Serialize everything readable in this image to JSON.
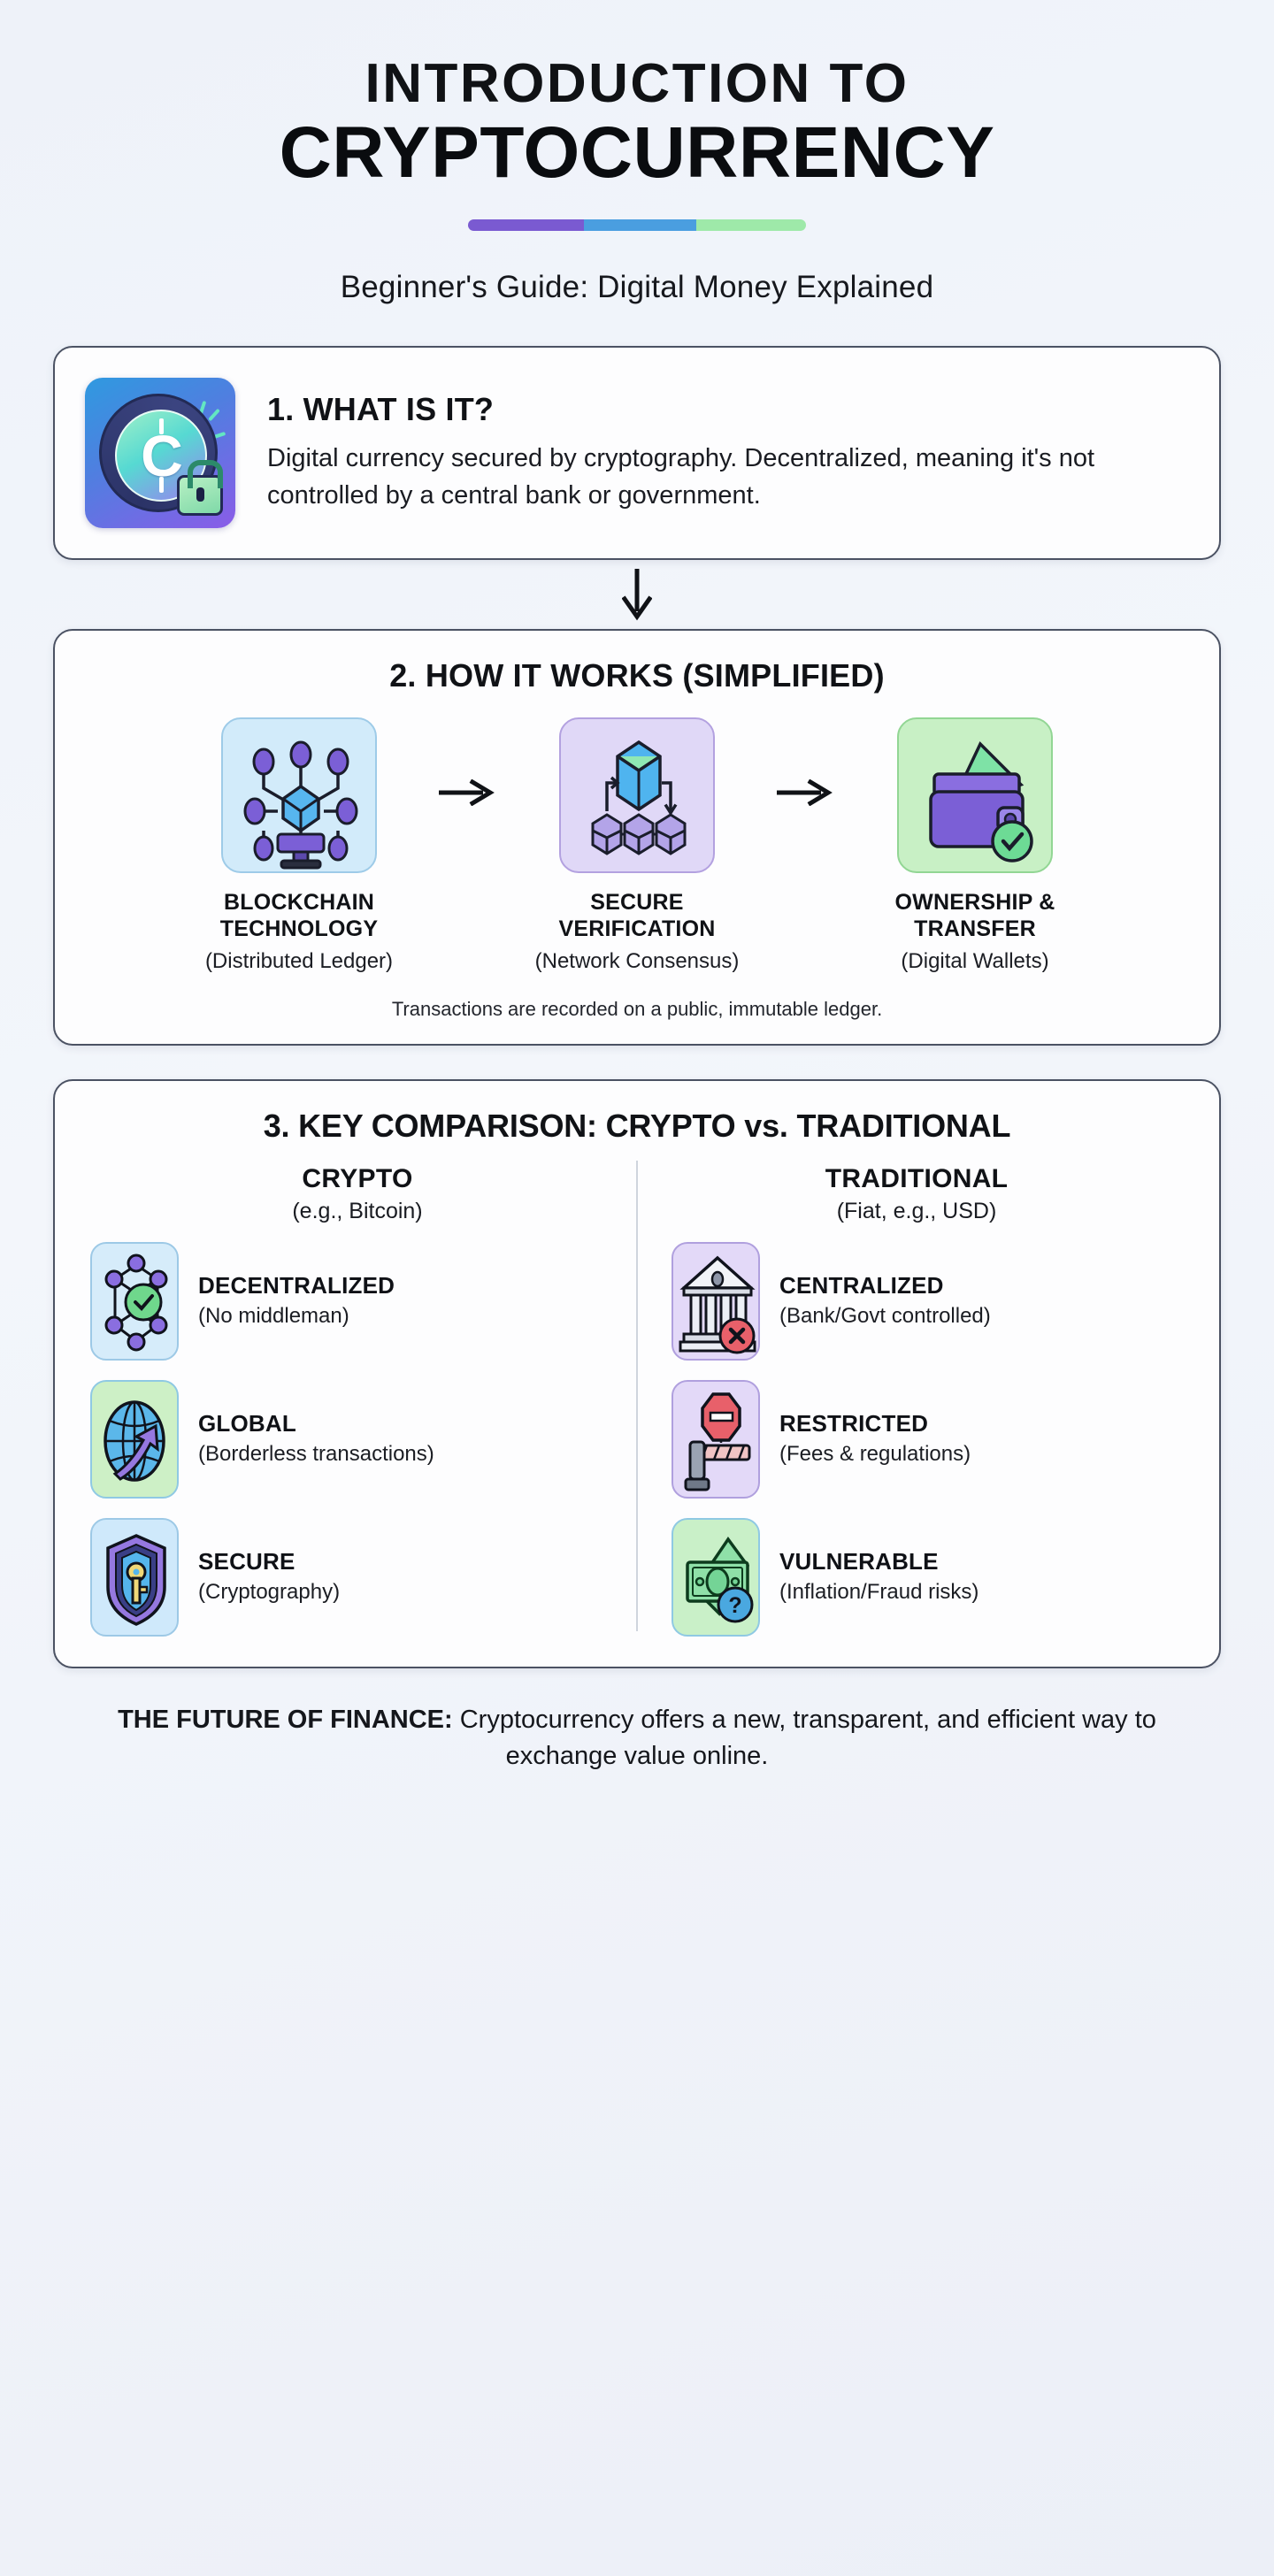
{
  "header": {
    "title_line1": "INTRODUCTION TO",
    "title_line2": "CRYPTOCURRENCY",
    "subtitle": "Beginner's Guide: Digital Money Explained",
    "accent_colors": [
      "#7a5ad1",
      "#4a9ee0",
      "#9ee9a9"
    ]
  },
  "section1": {
    "heading": "1. WHAT IS IT?",
    "body": "Digital currency secured by cryptography. Decentralized, meaning it's not controlled by a central bank or government.",
    "icon": "crypto-coin-lock-icon"
  },
  "flow_arrow": "↓",
  "section2": {
    "heading": "2. HOW IT WORKS (SIMPLIFIED)",
    "steps": [
      {
        "title_line1": "BLOCKCHAIN",
        "title_line2": "TECHNOLOGY",
        "subtitle": "(Distributed Ledger)",
        "icon": "blockchain-network-icon",
        "tile_color": "#d2ebfa"
      },
      {
        "title_line1": "SECURE",
        "title_line2": "VERIFICATION",
        "subtitle": "(Network Consensus)",
        "icon": "block-verification-icon",
        "tile_color": "#e0d8f7"
      },
      {
        "title_line1": "OWNERSHIP &",
        "title_line2": "TRANSFER",
        "subtitle": "(Digital Wallets)",
        "icon": "digital-wallet-icon",
        "tile_color": "#c8f0c5"
      }
    ],
    "arrow": "→",
    "note": "Transactions are recorded on a public, immutable ledger."
  },
  "section3": {
    "heading": "3. KEY COMPARISON: CRYPTO vs. TRADITIONAL",
    "columns": [
      {
        "title": "CRYPTO",
        "subtitle": "(e.g., Bitcoin)"
      },
      {
        "title": "TRADITIONAL",
        "subtitle": "(Fiat, e.g., USD)"
      }
    ],
    "crypto_rows": [
      {
        "label": "DECENTRALIZED",
        "note": "(No middleman)",
        "icon": "network-check-icon",
        "tile_color": "#d6ecfa"
      },
      {
        "label": "GLOBAL",
        "note": "(Borderless transactions)",
        "icon": "globe-arrow-icon",
        "tile_color": "#cdf0c6"
      },
      {
        "label": "SECURE",
        "note": "(Cryptography)",
        "icon": "shield-key-icon",
        "tile_color": "#cfe9fb"
      }
    ],
    "traditional_rows": [
      {
        "label": "CENTRALIZED",
        "note": "(Bank/Govt controlled)",
        "icon": "bank-x-icon",
        "tile_color": "#e3d9f8"
      },
      {
        "label": "RESTRICTED",
        "note": "(Fees & regulations)",
        "icon": "barrier-stop-icon",
        "tile_color": "#e3d9f8"
      },
      {
        "label": "VULNERABLE",
        "note": "(Inflation/Fraud risks)",
        "icon": "banknote-question-icon",
        "tile_color": "#c9f0c8"
      }
    ]
  },
  "footer": {
    "lead": "THE FUTURE OF FINANCE:",
    "body": " Cryptocurrency offers a new, transparent, and efficient way to exchange value online."
  }
}
